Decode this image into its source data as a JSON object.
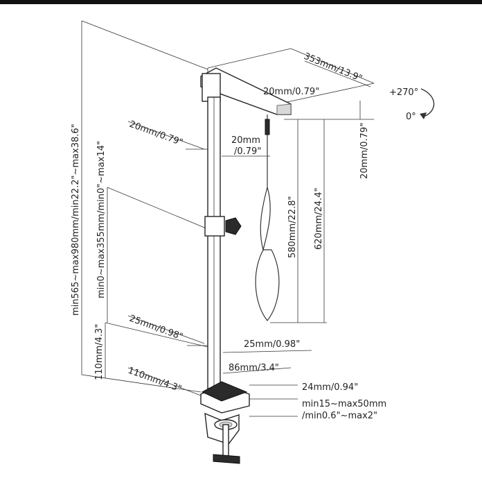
{
  "labels": {
    "shelf_length": "353mm/13.9\"",
    "arm_thickness": "20mm/0.79\"",
    "rotation_plus": "+270°",
    "rotation_zero": "0°",
    "pole_width_top": "20mm/0.79\"",
    "pole_depth_top_a": "20mm",
    "pole_depth_top_b": "/0.79\"",
    "arm_height_right": "20mm/0.79\"",
    "hook_length": "580mm/22.8\"",
    "arm_drop": "620mm/24.4\"",
    "total_height": "min565~max980mm/min22.2\"~max38.6\"",
    "adjust_range": "min0~max355mm/min0\"~max14\"",
    "pole_width_bottom": "25mm/0.98\"",
    "pole_depth_bottom": "25mm/0.98\"",
    "base_depth": "86mm/3.4\"",
    "base_height_left": "110mm/4.3\"",
    "base_width": "110mm/4.3\"",
    "clamp_thickness": "24mm/0.94\"",
    "clamp_range_mm": "min15~max50mm",
    "clamp_range_in": "/min0.6\"~max2\""
  }
}
